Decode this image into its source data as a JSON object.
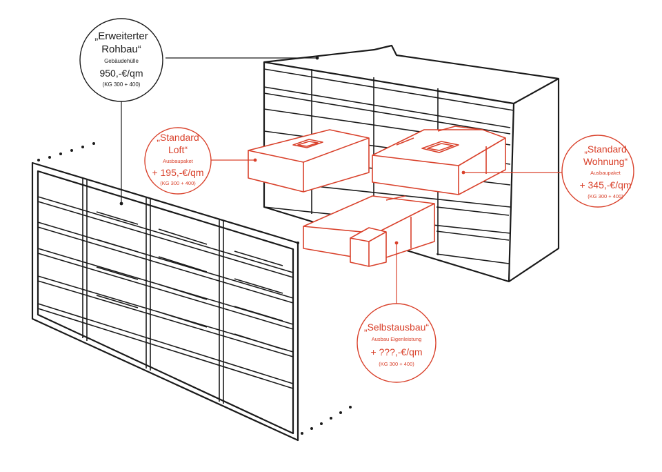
{
  "colors": {
    "ink": "#1a1a1a",
    "accent": "#d9412b",
    "background": "#ffffff"
  },
  "labels": {
    "rohbau": {
      "line1": "„Erweiterter",
      "line2": "Rohbau“",
      "sub": "Gebäudehülle",
      "price": "950,-€/qm",
      "kg": "(KG 300 + 400)"
    },
    "loft": {
      "line1": "„Standard",
      "line2": "Loft“",
      "sub": "Ausbaupaket",
      "price": "+ 195,-€/qm",
      "kg": "(KG 300 + 400)"
    },
    "wohnung": {
      "line1": "„Standard",
      "line2": "Wohnung“",
      "sub": "Ausbaupaket",
      "price": "+ 345,-€/qm",
      "kg": "(KG 300 + 400)"
    },
    "selbstausbau": {
      "line1": "„Selbstausbau“",
      "sub": "Ausbau Eigenleistung",
      "price": "+ ???,-€/qm",
      "kg": "(KG 300 + 400)"
    }
  }
}
